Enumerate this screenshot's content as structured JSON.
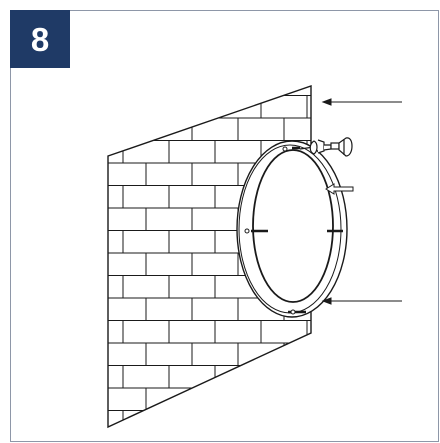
{
  "step": {
    "number": "8",
    "badge_color": "#1f3a66"
  },
  "frame": {
    "border_color": "#8e97a8"
  },
  "illustration": {
    "subject": "round-wall-light-mounting-on-brick-wall",
    "line_color": "#1a1a1a",
    "icons": [
      "brick-wall",
      "lamp-base",
      "lamp-diffuser",
      "screw",
      "wall-plug",
      "screwdriver",
      "arrow"
    ]
  }
}
